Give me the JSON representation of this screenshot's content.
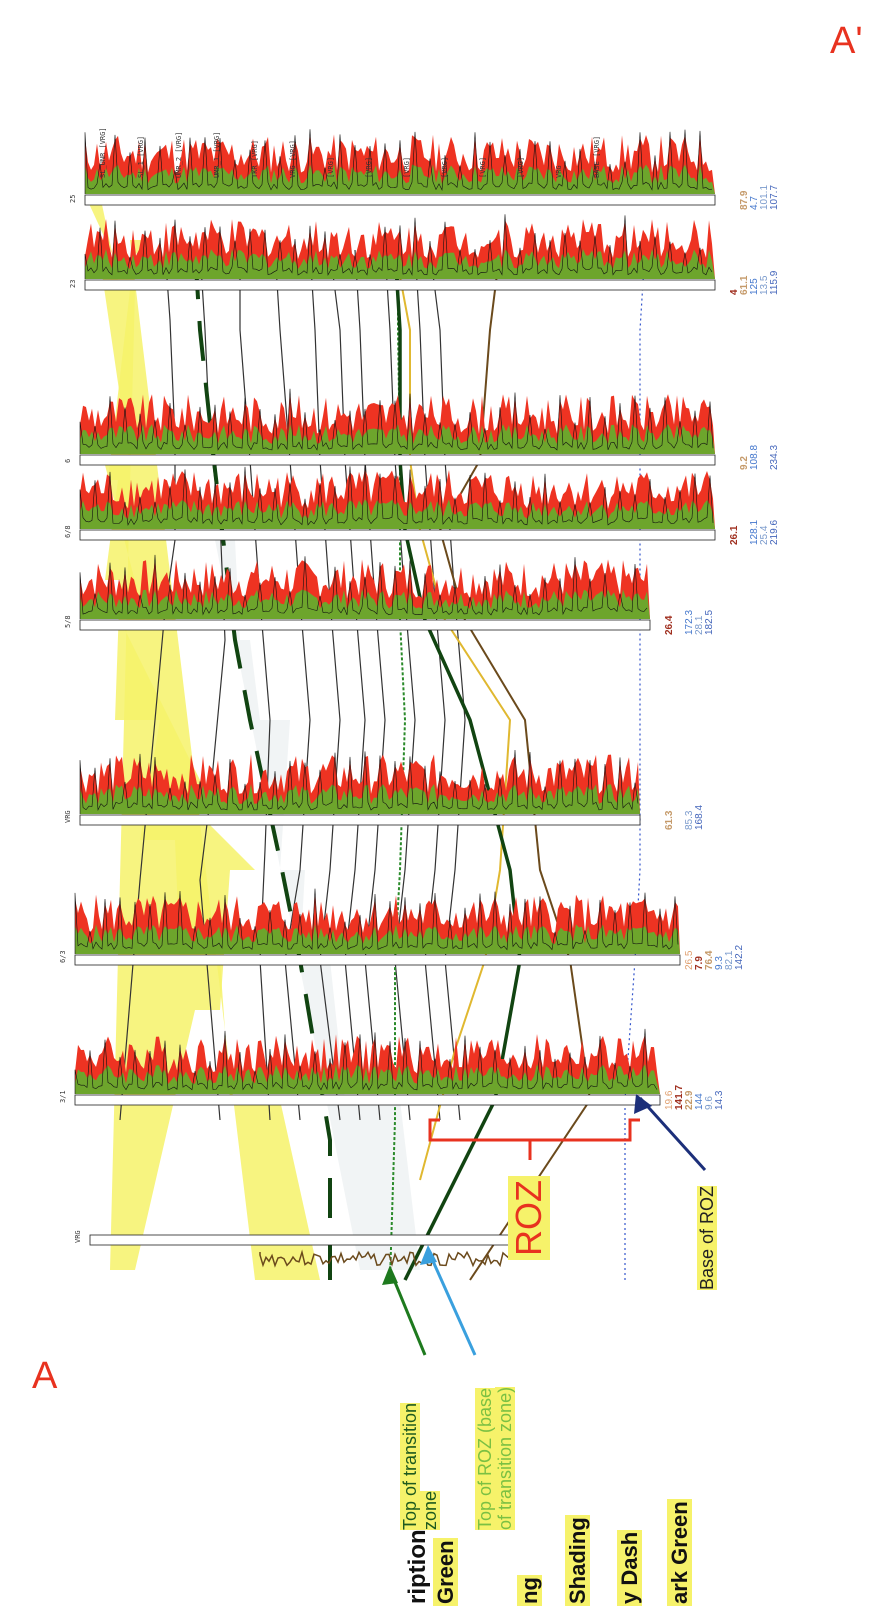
{
  "section": {
    "start_label": "A",
    "end_label": "A'"
  },
  "legend": {
    "header": "ription",
    "items": [
      "Green",
      "ng",
      "Shading",
      "y Dash",
      "ark Green"
    ]
  },
  "callouts": {
    "top_transition": "Top of transition zone",
    "top_roz": "Top of ROZ (base of transition zone)",
    "roz": "ROZ",
    "base_roz": "Base of ROZ"
  },
  "wells": [
    {
      "id": "w1",
      "header": "VRG",
      "values": [
        "",
        "",
        "",
        "",
        "",
        ""
      ]
    },
    {
      "id": "w2",
      "header": "3/1",
      "values": [
        "19.6",
        "141.7",
        "22.9",
        "144",
        "9.6",
        "14.3"
      ]
    },
    {
      "id": "w3",
      "header": "6/3",
      "values": [
        "26.5",
        "7.9",
        "76.4",
        "9.3",
        "82.1",
        "142.2"
      ]
    },
    {
      "id": "w4",
      "header": "VRG",
      "values": [
        "",
        "",
        "61.3",
        "",
        "85.3",
        "168.4"
      ]
    },
    {
      "id": "w5",
      "header": "5/8",
      "values": [
        "",
        "26.4",
        "",
        "172.3",
        "28.1",
        "182.5"
      ]
    },
    {
      "id": "w6",
      "header": "6/8",
      "values": [
        "",
        "26.1",
        "",
        "128.1",
        "25.4",
        "219.6"
      ]
    },
    {
      "id": "w7",
      "header": "6",
      "values": [
        "",
        "",
        "9.2",
        "108.8",
        "",
        "234.3"
      ]
    },
    {
      "id": "w8",
      "header": "23",
      "values": [
        "",
        "4",
        "61.1",
        "125",
        "13.5",
        "115.9"
      ]
    },
    {
      "id": "w9",
      "header": "25",
      "values": [
        "",
        "",
        "87.9",
        "4.7",
        "101.1",
        "107.7"
      ]
    }
  ],
  "formation_tops": [
    "SL_UNR [VRG]",
    "SL_1 [VRG]",
    "UMR_2 [VRG]",
    "UMR_1 [VRG]",
    "TKR [VRG]",
    "VRG [VRG]",
    "[VRG]",
    "[VRG]",
    "[VRG]",
    "[VRG]",
    "[VRG]",
    "[VRG]",
    "VRG",
    "BASE [VRG]"
  ],
  "colors": {
    "red": "#e8321f",
    "yellow": "#f6f26a",
    "log_red": "#ee3322",
    "log_green": "#6da52c",
    "dark_green": "#114411",
    "brown": "#6b4a1c",
    "blue_dash": "#3355cc",
    "callout_green": "#1e7a1e",
    "callout_blue": "#3aa0de",
    "base_arrow": "#1c2f7a"
  }
}
